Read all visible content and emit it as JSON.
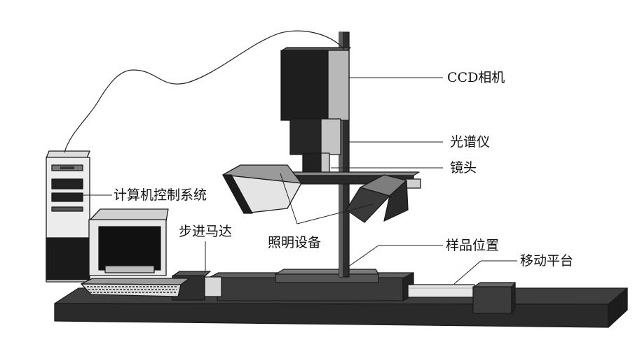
{
  "labels": {
    "ccd_camera": "CCD相机",
    "spectrometer": "光谱仪",
    "lens": "镜头",
    "control_system": "计算机控制系统",
    "stepper_motor": "步进马达",
    "illumination": "照明设备",
    "sample_position": "样品位置",
    "moving_platform": "移动平台"
  }
}
